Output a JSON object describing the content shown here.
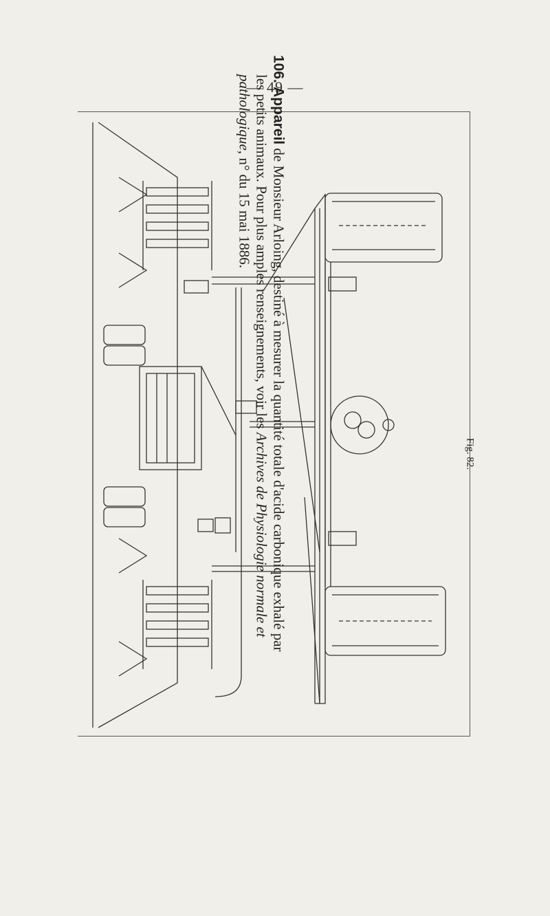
{
  "page": {
    "number": "— 49 —"
  },
  "figure": {
    "label": "Fig. 82."
  },
  "caption": {
    "number": "106.",
    "title": "Appareil",
    "line1_rest": " de Monsieur Arloing, destiné à mesurer la quantité totale d'acide carbonique exhalé par",
    "line2": "les petits animaux. Pour plus amples renseignements, voir les ",
    "line2_italic": "Archives de Physiologie normale et",
    "line3_italic": "pathologique",
    "line3_rest": ", n° du 15 mai 1886."
  }
}
